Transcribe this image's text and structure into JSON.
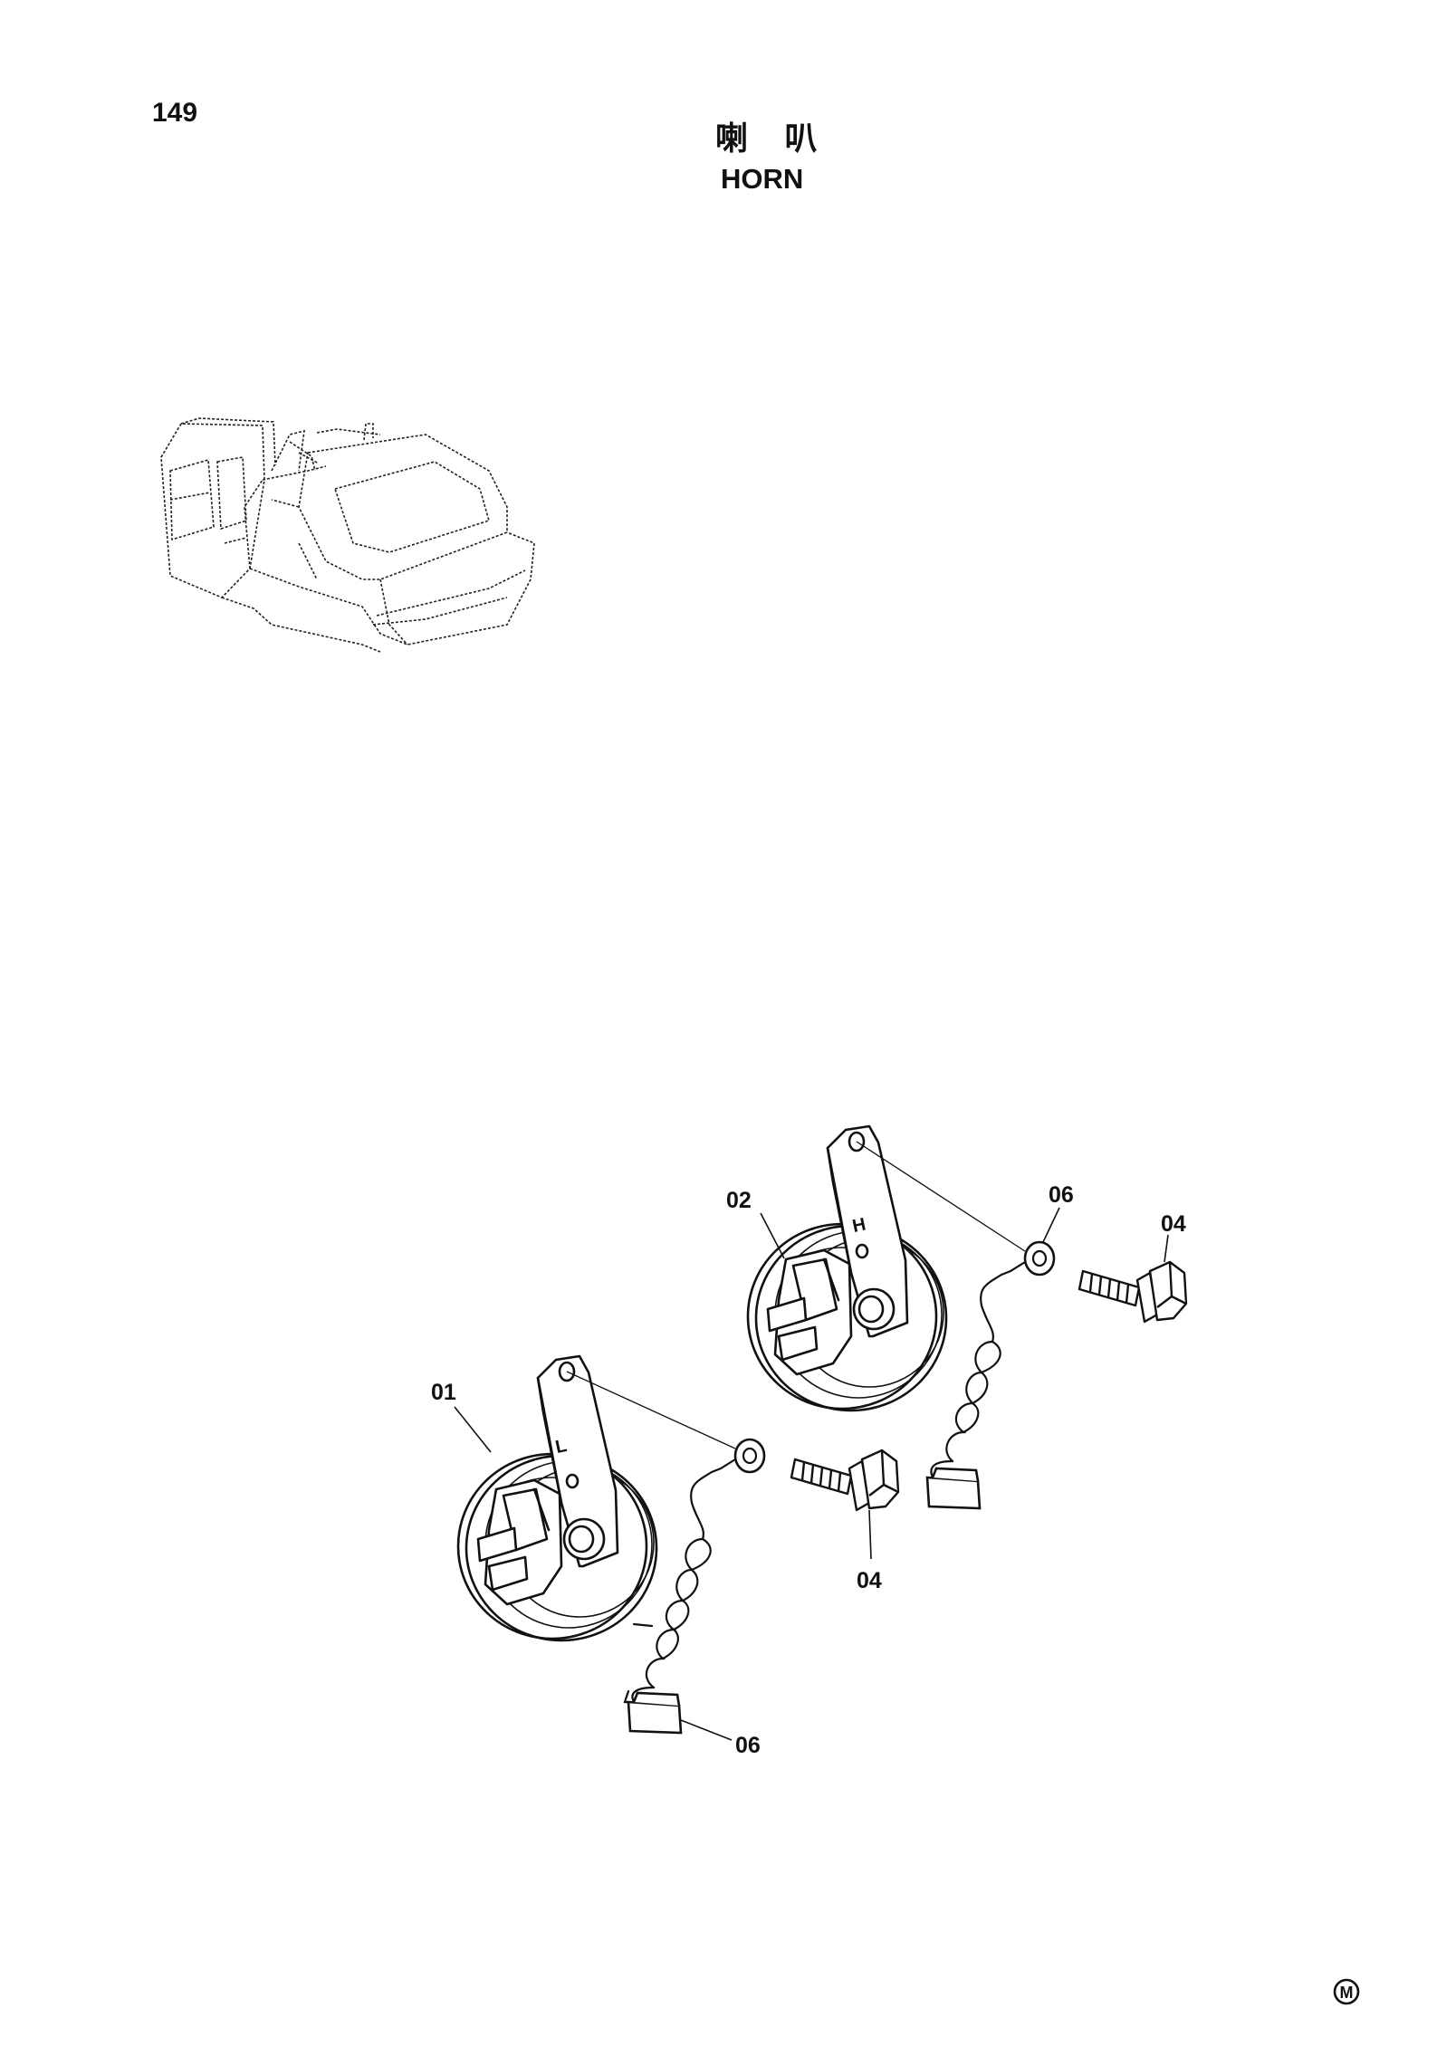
{
  "header": {
    "page_number": "149",
    "title_cn": "喇 叭",
    "title_en": "HORN"
  },
  "horns": [
    {
      "marking": "L"
    },
    {
      "marking": "H"
    }
  ],
  "callouts": [
    {
      "id": "horn-low",
      "label": "01"
    },
    {
      "id": "horn-high",
      "label": "02"
    },
    {
      "id": "bolt-high",
      "label": "04"
    },
    {
      "id": "bolt-low",
      "label": "04"
    },
    {
      "id": "harness-high",
      "label": "06"
    },
    {
      "id": "harness-low",
      "label": "06"
    }
  ],
  "footer": {
    "stamp": "M"
  }
}
